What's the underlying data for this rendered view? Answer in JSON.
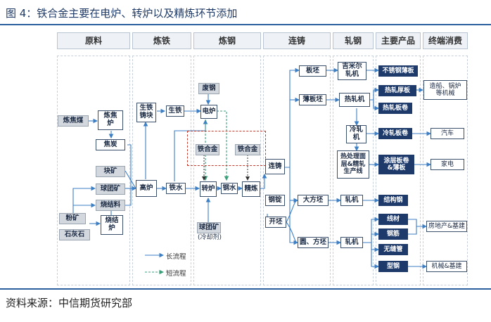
{
  "figure": {
    "title": "图 4：铁合金主要在电炉、转炉以及精炼环节添加",
    "source": "资料来源：中信期货研究部"
  },
  "headers": [
    "原料",
    "炼铁",
    "炼钢",
    "连铸",
    "轧钢",
    "主要产品",
    "终端消费"
  ],
  "nodes": {
    "liantanmei": "炼焦煤",
    "lianjiaolu": "炼焦\n炉",
    "jiaotan": "焦炭",
    "kuaikuang": "块矿",
    "qiutuankuang": "球团矿",
    "fenkuang": "粉矿",
    "shaojieliao": "烧结料",
    "shihuishi": "石灰石",
    "shaojielu": "烧结\n炉",
    "shengtiezhukuai": "生铁\n铸块",
    "gaolu": "高炉",
    "shengtie": "生铁",
    "tieshui": "铁水",
    "feigang": "废钢",
    "dianlu": "电炉",
    "zhuanlu": "转炉",
    "gangshui": "钢水",
    "jinglian": "精炼",
    "tiehejin1": "铁合金",
    "tiehejin2": "铁合金",
    "qiutuankuang2": "球团矿",
    "lengquejin": "(冷却剂)",
    "lianzhu": "连铸",
    "gangding": "钢锭",
    "kaipi": "开坯",
    "banpi": "板坯",
    "baobanpi": "薄板坯",
    "dafangpi": "大方坯",
    "yuanfangpi": "圆、方坯",
    "jimier": "吉米尔\n轧机",
    "rezhaji": "热轧机",
    "lengzhaji": "冷轧\n机",
    "rechuli": "热处理面\n层&精轧\n生产线",
    "zhaji1": "轧机",
    "zhaji2": "轧机",
    "p_buxiu": "不锈钢薄板",
    "p_rehou": "热轧厚板",
    "p_rejuan": "热轧板卷",
    "p_lengjuan": "冷轧板卷",
    "p_tuceng": "涂层板卷\n&薄板",
    "p_jiegou": "结构钢",
    "p_xiancai": "线材",
    "p_gangjin": "钢筋",
    "p_wufeng": "无缝管",
    "p_xinggang": "型钢",
    "e_zaochuan": "造船、锅炉\n等机械",
    "e_qiche": "汽车",
    "e_jiadian": "家电",
    "e_fangdichan": "房地产&基建",
    "e_jixie": "机械&基建"
  },
  "legend": {
    "long": "长流程",
    "short": "短流程"
  },
  "colors": {
    "long": "#3d7fc4",
    "short": "#3aa07a",
    "accent": "#1e3a6b",
    "highlight": "#c0392b"
  }
}
